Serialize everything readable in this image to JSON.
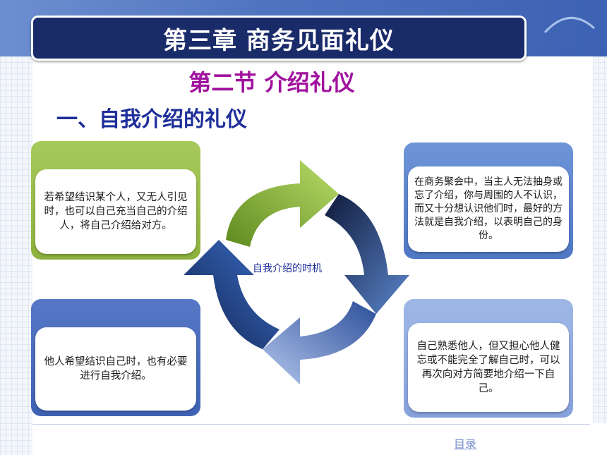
{
  "header": {
    "title": "第三章  商务见面礼仪"
  },
  "section": {
    "title": "第二节  介绍礼仪"
  },
  "subsection": {
    "title": "一、自我介绍的礼仪"
  },
  "diagram": {
    "center_label": "自我介绍的时机",
    "cards": {
      "top_left": "若希望结识某个人，又无人引见时，也可以自己充当自己的介绍人，将自己介绍给对方。",
      "top_right": "在商务聚会中，当主人无法抽身或忘了介绍，你与周围的人不认识，而又十分想认识他们时，最好的方法就是自我介绍，以表明自己的身份。",
      "bottom_left": "他人希望结识自己时，也有必要进行自我介绍。",
      "bottom_right": "自己熟悉他人，但又担心他人健忘或不能完全了解自己时，可以再次向对方简要地介绍一下自己。"
    },
    "colors": {
      "green": "#8cb13d",
      "blue": "#4f77c4",
      "dark_blue": "#3e62b3",
      "light_blue": "#86a2dc"
    }
  },
  "footer": {
    "toc_link": "目录"
  }
}
